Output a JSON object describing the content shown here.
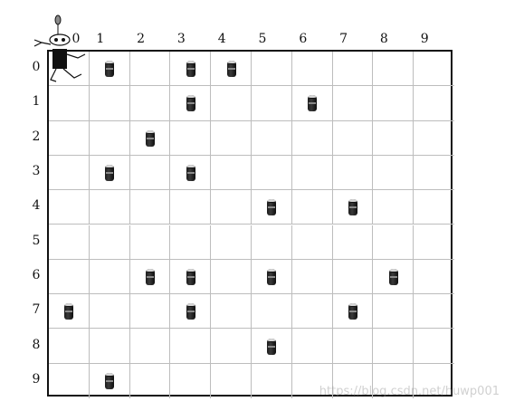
{
  "grid": {
    "columns": [
      "0",
      "1",
      "2",
      "3",
      "4",
      "5",
      "6",
      "7",
      "8",
      "9"
    ],
    "rows": [
      "0",
      "1",
      "2",
      "3",
      "4",
      "5",
      "6",
      "7",
      "8",
      "9"
    ],
    "cans": [
      [
        0,
        1
      ],
      [
        0,
        3
      ],
      [
        0,
        4
      ],
      [
        1,
        3
      ],
      [
        1,
        6
      ],
      [
        2,
        2
      ],
      [
        3,
        1
      ],
      [
        3,
        3
      ],
      [
        4,
        5
      ],
      [
        4,
        7
      ],
      [
        6,
        2
      ],
      [
        6,
        3
      ],
      [
        6,
        5
      ],
      [
        6,
        8
      ],
      [
        7,
        0
      ],
      [
        7,
        3
      ],
      [
        7,
        7
      ],
      [
        8,
        5
      ],
      [
        9,
        1
      ]
    ],
    "robot_position": [
      0,
      0
    ]
  },
  "watermark": "https://blog.csdn.net/huwp001",
  "colors": {
    "line": "#bdbdbd",
    "border": "#111111",
    "can": "#1b1b1b"
  }
}
